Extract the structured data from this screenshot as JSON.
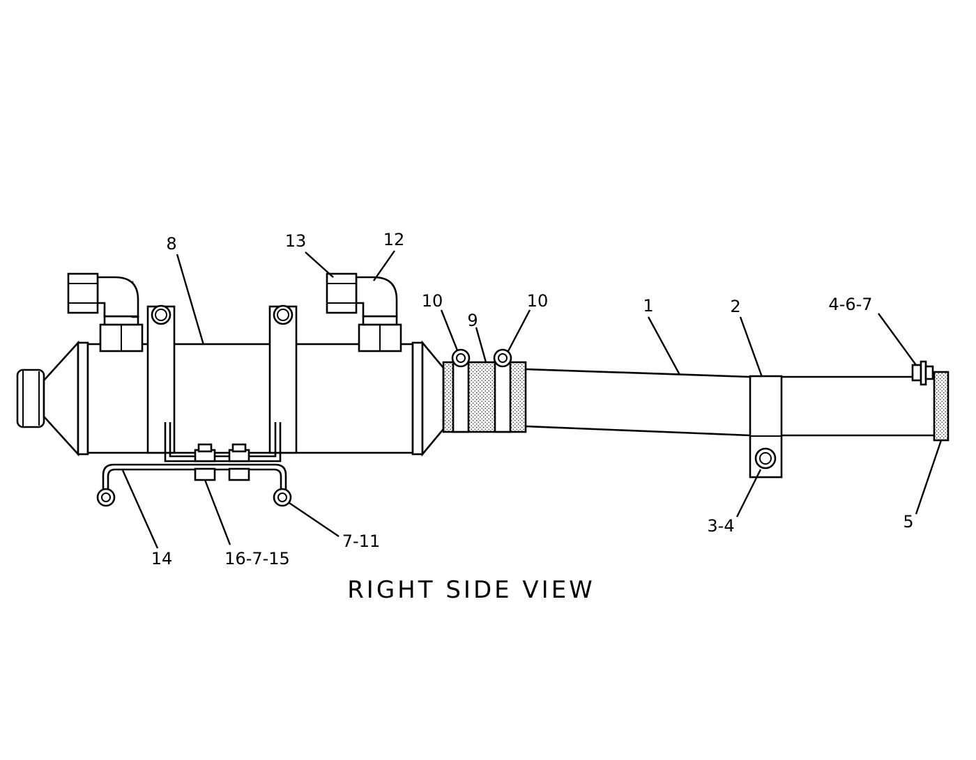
{
  "view_title": "RIGHT SIDE VIEW",
  "callouts": {
    "c8": "8",
    "c13": "13",
    "c12": "12",
    "c10a": "10",
    "c9": "9",
    "c10b": "10",
    "c1": "1",
    "c2": "2",
    "c467": "4-6-7",
    "c14": "14",
    "c16715": "16-7-15",
    "c711": "7-11",
    "c34": "3-4",
    "c5": "5"
  }
}
